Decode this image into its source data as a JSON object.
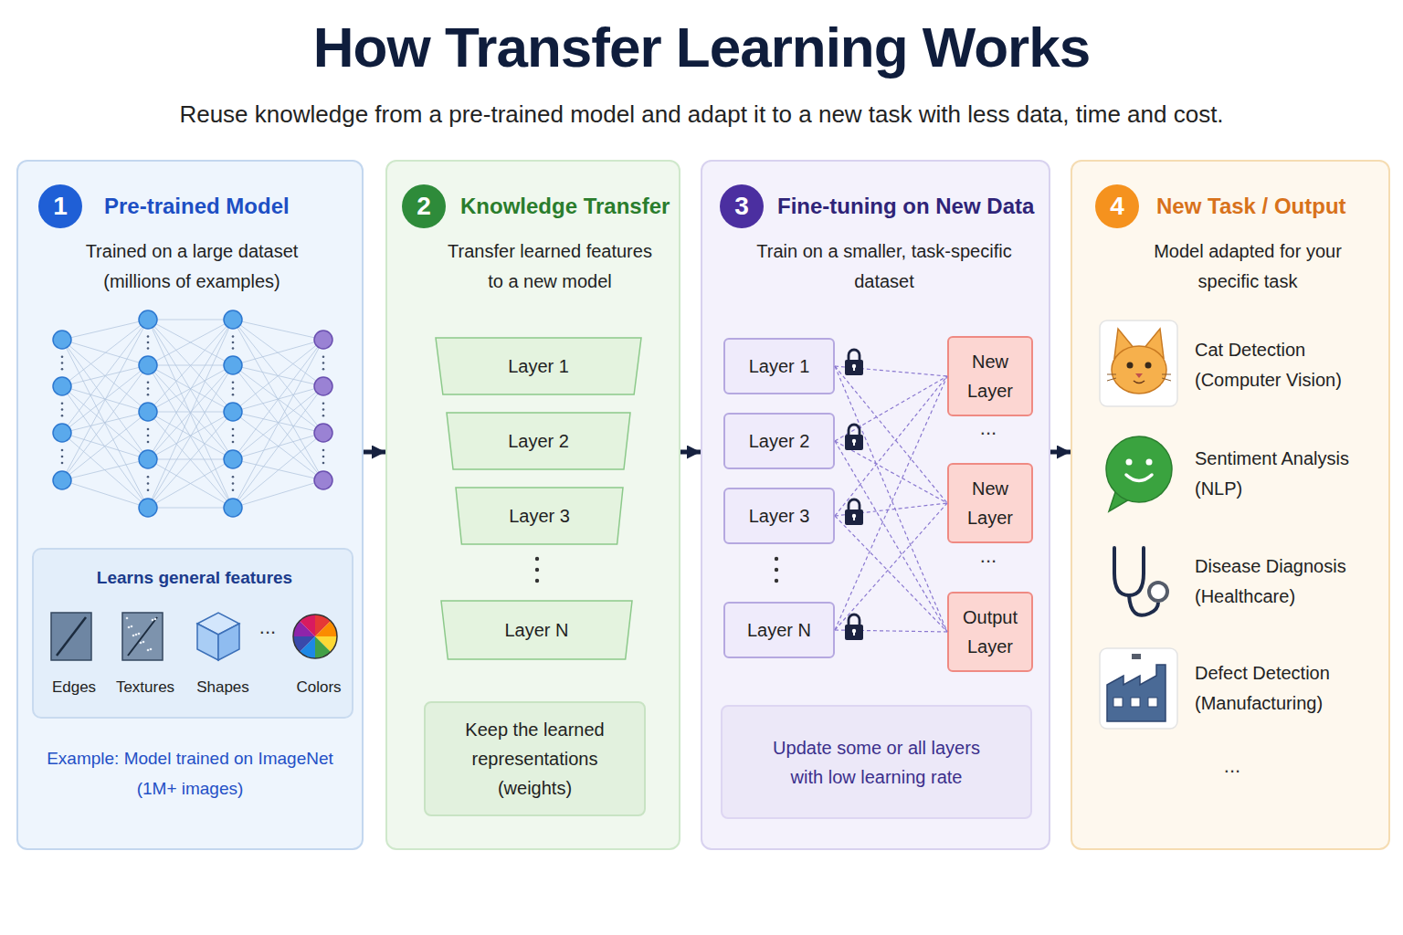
{
  "diagram": {
    "title": "How Transfer Learning Works",
    "caption": "Reuse knowledge from a pre-trained model and adapt it to a new task with less data, time and cost.",
    "nodes": [
      {
        "text": [
          "Pre-trained Model",
          "Trained on a large dataset (millions of examples)",
          "Example: Model trained on ImageNet (1M+ images)"
        ]
      },
      {
        "text": [
          "1"
        ],
        "in": 0
      },
      {
        "text": [
          "Learns general features",
          "Edges",
          "Textures",
          "Shapes",
          "Colors"
        ],
        "in": 0
      },
      {
        "text": [
          "Knowledge Transfer",
          "Transfer learned features to a new model"
        ]
      },
      {
        "text": [
          "2"
        ],
        "in": 3
      },
      {
        "text": [
          "Layer 1"
        ],
        "in": 3
      },
      {
        "text": [
          "Layer 2"
        ],
        "in": 3
      },
      {
        "text": [
          "Layer 3"
        ],
        "in": 3
      },
      {
        "text": [
          "Layer N"
        ],
        "in": 3
      },
      {
        "text": [
          "Keep the learned representations (weights)"
        ],
        "in": 3
      },
      {
        "text": [
          "Fine-tuning on New Data",
          "Train on a smaller, task-specific dataset"
        ]
      },
      {
        "text": [
          "3"
        ],
        "in": 10
      },
      {
        "text": [
          "Layer 1"
        ],
        "in": 10
      },
      {
        "text": [
          "Layer 2"
        ],
        "in": 10
      },
      {
        "text": [
          "Layer 3"
        ],
        "in": 10
      },
      {
        "text": [
          "Layer N"
        ],
        "in": 10
      },
      {
        "text": [
          "New Layer"
        ],
        "in": 10
      },
      {
        "text": [
          "New Layer"
        ],
        "in": 10
      },
      {
        "text": [
          "Output Layer"
        ],
        "in": 10
      },
      {
        "text": [
          "Update some or all layers with low learning rate"
        ],
        "in": 10
      },
      {
        "text": [
          "New Task / Output",
          "Model adapted for your specific task"
        ]
      },
      {
        "text": [
          "4"
        ],
        "in": 20
      }
    ],
    "edges": [
      {
        "from": 0,
        "to": 3,
        "arrow": "to"
      },
      {
        "from": 3,
        "to": 10,
        "arrow": "to"
      },
      {
        "from": 10,
        "to": 20,
        "arrow": "to"
      },
      {
        "from": 12,
        "to": 16,
        "arrow": "none"
      },
      {
        "from": 12,
        "to": 17,
        "arrow": "none"
      },
      {
        "from": 12,
        "to": 18,
        "arrow": "none"
      },
      {
        "from": 13,
        "to": 16,
        "arrow": "none"
      },
      {
        "from": 13,
        "to": 17,
        "arrow": "none"
      },
      {
        "from": 13,
        "to": 18,
        "arrow": "none"
      },
      {
        "from": 14,
        "to": 16,
        "arrow": "none"
      },
      {
        "from": 14,
        "to": 17,
        "arrow": "none"
      },
      {
        "from": 14,
        "to": 18,
        "arrow": "none"
      },
      {
        "from": 15,
        "to": 16,
        "arrow": "none"
      },
      {
        "from": 15,
        "to": 17,
        "arrow": "none"
      },
      {
        "from": 15,
        "to": 18,
        "arrow": "none"
      }
    ],
    "labels": [
      "...",
      "...",
      "...",
      "Cat Detection",
      "(Computer Vision)",
      "Sentiment Analysis",
      "(NLP)",
      "Disease Diagnosis",
      "(Healthcare)",
      "Defect Detection",
      "(Manufacturing)",
      "..."
    ]
  }
}
